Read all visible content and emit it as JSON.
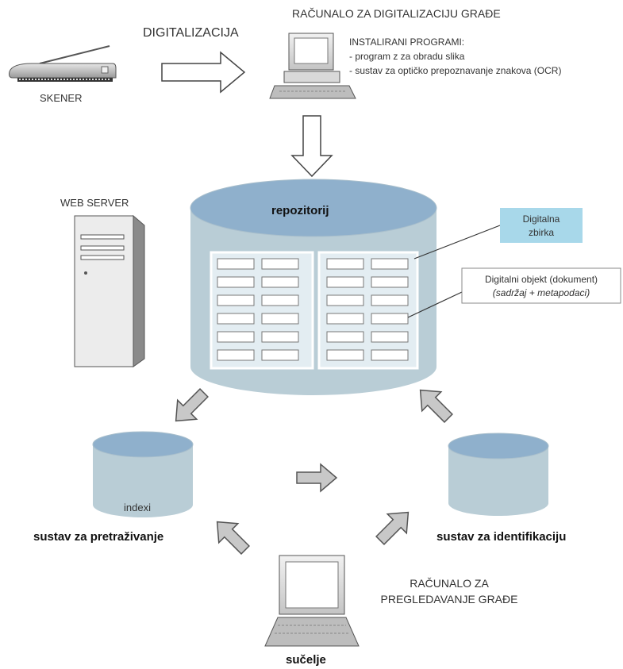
{
  "scanner": {
    "label": "SKENER"
  },
  "digitization": {
    "label": "DIGITALIZACIJA"
  },
  "workstation": {
    "title": "RAČUNALO ZA DIGITALIZACIJU GRAĐE",
    "programs_heading": "INSTALIRANI PROGRAMI:",
    "programs": [
      "- program z za obradu slika",
      "- sustav za optičko prepoznavanje znakova (OCR)"
    ]
  },
  "web_server": {
    "label": "WEB SERVER"
  },
  "repository": {
    "label": "repozitorij"
  },
  "callouts": {
    "collection_line1": "Digitalna",
    "collection_line2": "zbirka",
    "object_line1": "Digitalni objekt (dokument)",
    "object_line2": "(sadržaj + metapodaci)"
  },
  "search_system": {
    "db_label": "indexi",
    "label": "sustav za pretraživanje"
  },
  "identification_system": {
    "label": "sustav za identifikaciju"
  },
  "viewer": {
    "line1": "RAČUNALO ZA",
    "line2": "PREGLEDAVANJE GRAĐE",
    "label": "sučelje"
  },
  "colors": {
    "cylinder_body": "#b9cdd6",
    "cylinder_top": "#8fb0cc",
    "callout_fill": "#a8d8ea",
    "arrow_fill": "#c8c8c8",
    "table_fill": "#e3edf2"
  }
}
